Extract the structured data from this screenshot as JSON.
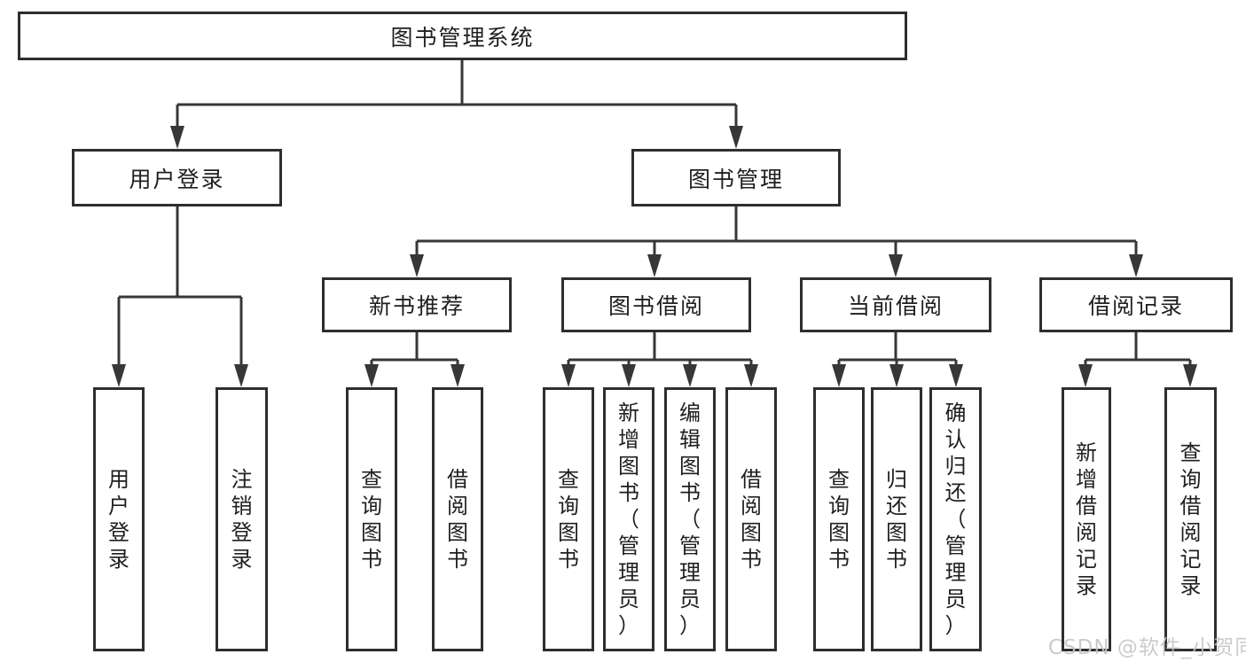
{
  "colors": {
    "line": "#373737",
    "border": "#2e2e2e",
    "text": "#1f1f1f",
    "watermark": "#c6c6c6",
    "background": "#ffffff"
  },
  "watermark": "CSDN @软件_小贺同学",
  "tree": {
    "root": "图书管理系统",
    "branches": [
      {
        "label": "用户登录",
        "leaves": [
          "用户登录",
          "注销登录"
        ]
      },
      {
        "label": "图书管理",
        "groups": [
          {
            "label": "新书推荐",
            "leaves": [
              "查询图书",
              "借阅图书"
            ]
          },
          {
            "label": "图书借阅",
            "leaves": [
              "查询图书",
              "新增图书（管理员）",
              "编辑图书（管理员）",
              "借阅图书"
            ]
          },
          {
            "label": "当前借阅",
            "leaves": [
              "查询图书",
              "归还图书",
              "确认归还（管理员）"
            ]
          },
          {
            "label": "借阅记录",
            "leaves": [
              "新增借阅记录",
              "查询借阅记录"
            ]
          }
        ]
      }
    ]
  }
}
